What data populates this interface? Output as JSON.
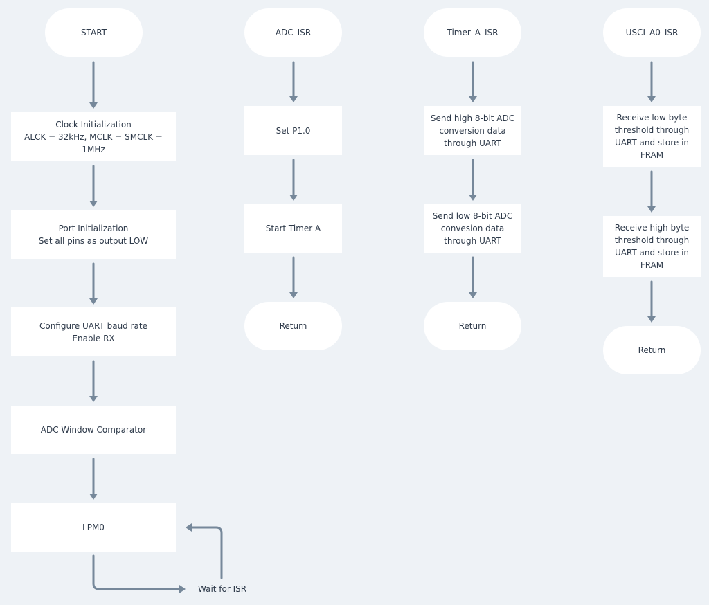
{
  "main": {
    "start": "START",
    "clock_init": "Clock Initialization\nALCK = 32kHz, MCLK = SMCLK = 1MHz",
    "port_init": "Port Initialization\nSet all pins as output LOW",
    "uart_config": "Configure UART baud rate\nEnable RX",
    "adc_window": "ADC Window Comparator",
    "lpm0": "LPM0",
    "wait_isr": "Wait for ISR"
  },
  "adc_isr": {
    "title": "ADC_ISR",
    "set_p1": "Set P1.0",
    "start_timer": "Start Timer A",
    "return": "Return"
  },
  "timer_isr": {
    "title": "Timer_A_ISR",
    "send_high": "Send high 8-bit ADC\nconversion data\nthrough UART",
    "send_low": "Send low 8-bit ADC\nconvesion data\nthrough UART",
    "return": "Return"
  },
  "usci_isr": {
    "title": "USCI_A0_ISR",
    "recv_low": "Receive low byte\nthreshold through\nUART and store in\nFRAM",
    "recv_high": "Receive high byte\nthreshold through\nUART and store in\nFRAM",
    "return": "Return"
  },
  "colors": {
    "background": "#eef2f6",
    "node_fill": "#ffffff",
    "connector": "#76889a",
    "text": "#2e3a4a"
  }
}
